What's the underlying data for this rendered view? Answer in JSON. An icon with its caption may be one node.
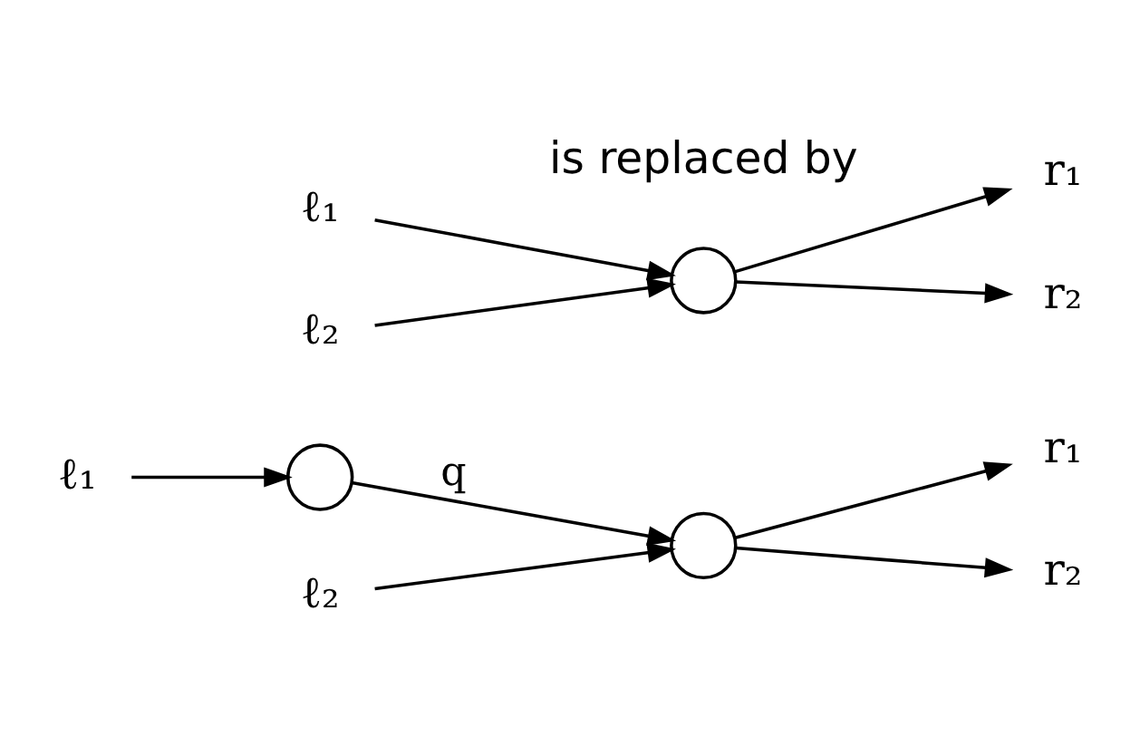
{
  "diagram": {
    "nodes": [
      {
        "text": [
          "ℓ₁"
        ]
      },
      {
        "text": [],
        "shape": "circle"
      },
      {
        "text": [],
        "shape": "circle"
      },
      {
        "text": [
          "r₁"
        ]
      },
      {
        "text": [
          "ℓ₂"
        ]
      },
      {
        "text": [
          "r₂"
        ]
      },
      {
        "text": [
          "ℓ₁"
        ]
      },
      {
        "text": [],
        "shape": "circle"
      },
      {
        "text": [
          "r₁"
        ]
      },
      {
        "text": [
          "ℓ₂"
        ]
      },
      {
        "text": [
          "r₂"
        ]
      }
    ],
    "edges": [
      {
        "from": 0,
        "to": 1,
        "arrow": "to"
      },
      {
        "from": 1,
        "to": 2,
        "arrow": "to",
        "label": "q"
      },
      {
        "from": 4,
        "to": 2,
        "arrow": "to"
      },
      {
        "from": 2,
        "to": 3,
        "arrow": "to"
      },
      {
        "from": 2,
        "to": 5,
        "arrow": "to"
      },
      {
        "from": 6,
        "to": 7,
        "arrow": "to"
      },
      {
        "from": 9,
        "to": 7,
        "arrow": "to"
      },
      {
        "from": 7,
        "to": 8,
        "arrow": "to"
      },
      {
        "from": 7,
        "to": 10,
        "arrow": "to"
      }
    ],
    "labels": [
      "is replaced by"
    ]
  }
}
